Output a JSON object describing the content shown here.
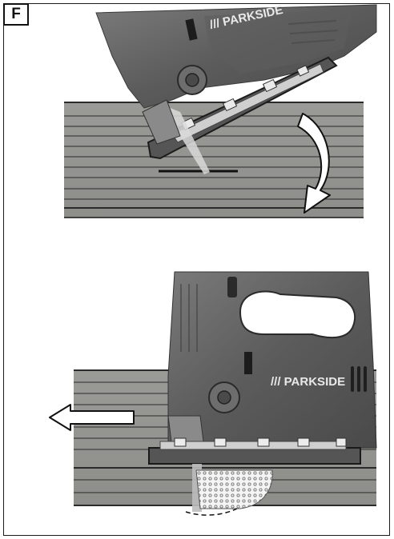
{
  "figure": {
    "label": "F",
    "brand_text_top": "/// PARKSIDE",
    "brand_text_bottom": "/// PARKSIDE"
  }
}
